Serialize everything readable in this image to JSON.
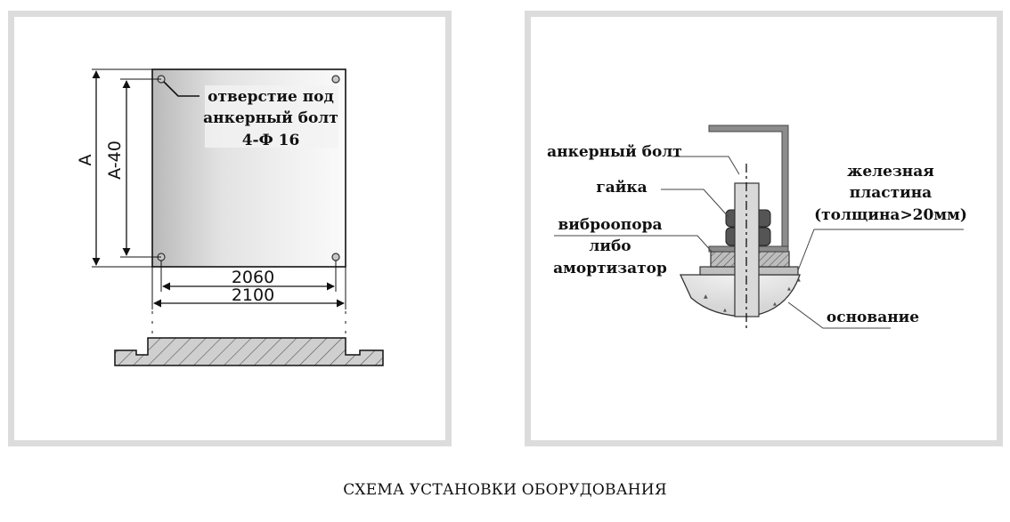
{
  "left_view": {
    "label_hole": [
      "отверстие под",
      "анкерный болт",
      "4-Ф 16"
    ],
    "dim_outer_height": "A",
    "dim_inner_height": "A-40",
    "dim_inner_width": "2060",
    "dim_outer_width": "2100"
  },
  "right_view": {
    "label_bolt": "анкерный болт",
    "label_nut": "гайка",
    "label_support": [
      "виброопора",
      "либо",
      "амортизатор"
    ],
    "label_plate": [
      "железная",
      "пластина",
      "(толщина>20мм)"
    ],
    "label_base": "основание"
  },
  "caption": "СХЕМА УСТАНОВКИ ОБОРУДОВАНИЯ"
}
